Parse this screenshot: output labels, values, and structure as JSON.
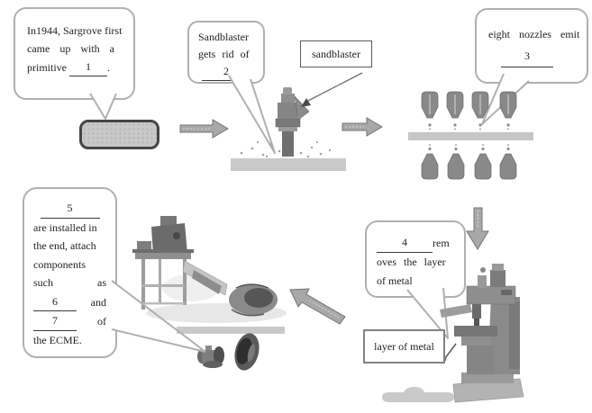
{
  "bubbles": {
    "b1": {
      "line1": "In1944, Sargrove first",
      "line2": "came up with a",
      "line3_pre": "primitive",
      "blank": "1",
      "line3_post": "."
    },
    "b2": {
      "line1": "Sandblaster",
      "line2": "gets rid of",
      "blank": "2"
    },
    "b3": {
      "line1": "eight nozzles emit",
      "blank": "3"
    },
    "b4": {
      "blank": "4",
      "line1_after": "rem",
      "line2": "oves the layer",
      "line3": "of metal"
    },
    "b5": {
      "blank1": "5",
      "line2": "are installed in",
      "line3": "the end, attach",
      "line4": "components",
      "line5a": "such",
      "line5b": "as",
      "blank2": "6",
      "line6b": "and",
      "blank3": "7",
      "line7b": "of",
      "line8": "the ECME."
    }
  },
  "labels": {
    "sandblaster": "sandblaster",
    "layer_of_metal": "layer of metal"
  },
  "icons": {
    "machine_placeholder": "grey-rounded-rectangle",
    "sandblaster_machine": "spark-plug-shaped-blaster-on-grit-bed",
    "nozzle_array": "eight-nozzles-above-and-below-board",
    "milling_machine": "vertical-milling-machine",
    "assembly_bench": "bench-with-assembly-equipment",
    "components": "valve-part-and-speaker-cone",
    "flow_arrows": "four-grey-block-arrows"
  },
  "colors": {
    "bubble_border": "#b0b0b0",
    "text": "#1f1f1f",
    "arrow_fill": "#a8a8a8",
    "arrow_stroke": "#737373",
    "bar_fill": "#c9c9c9",
    "machine_grey": "#8a8a8a",
    "placeholder_fill": "#c8c8c8",
    "placeholder_border": "#454545"
  }
}
